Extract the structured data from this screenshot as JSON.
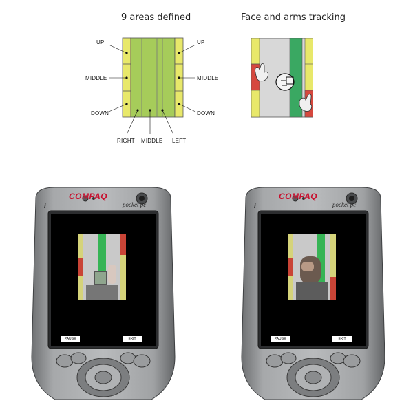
{
  "diagram_left": {
    "title": "9 areas defined",
    "labels": {
      "up_left": "UP",
      "middle_left": "MIDDLE",
      "down_left": "DOWN",
      "up_right": "UP",
      "middle_right": "MIDDLE",
      "down_right": "DOWN",
      "bottom_right": "RIGHT",
      "bottom_middle": "MIDDLE",
      "bottom_left": "LEFT"
    }
  },
  "diagram_right": {
    "title": "Face and arms tracking"
  },
  "devices": [
    {
      "brand": "COMPAQ",
      "model": "pocket pc",
      "badge": "i",
      "buttons": {
        "pause": "PAUSE",
        "exit": "EXIT"
      }
    },
    {
      "brand": "COMPAQ",
      "model": "pocket pc",
      "badge": "i",
      "buttons": {
        "pause": "PAUSE",
        "exit": "EXIT"
      }
    }
  ],
  "colors": {
    "yellow_zone": "#e8e86a",
    "green_zone": "#a6cc5a",
    "red_zone": "#d6483e",
    "dark_green": "#3aa862",
    "device_body": "#8a8c8e",
    "brand_red": "#c8102e"
  }
}
